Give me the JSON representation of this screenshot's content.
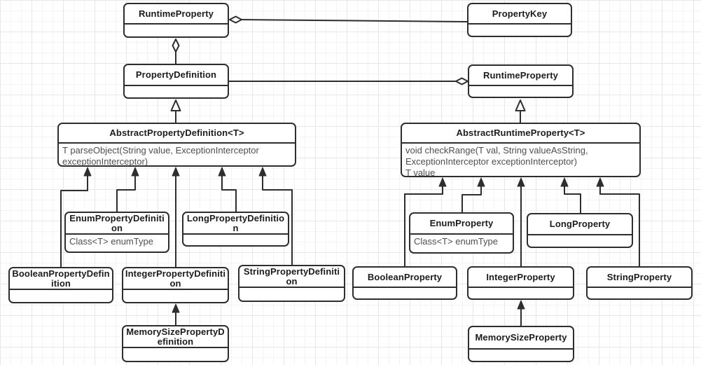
{
  "diagram_title": "UML class diagram: MySQL Connector/J property definitions and runtime properties",
  "canvas": {
    "background": "#ffffff",
    "grid_minor_color": "#f4f4f4",
    "grid_major_color": "#e7e7e7",
    "stroke_color": "#2e2e2e",
    "title_text_color": "#1c1c1c",
    "member_text_color": "#4f4f4f"
  },
  "classes": {
    "runtimePropertyTop": {
      "name": "RuntimeProperty",
      "members": []
    },
    "propertyKey": {
      "name": "PropertyKey",
      "members": []
    },
    "propertyDefinition": {
      "name": "PropertyDefinition",
      "members": []
    },
    "runtimePropertyRight": {
      "name": "RuntimeProperty",
      "members": []
    },
    "abstractPropertyDefinition": {
      "name": "AbstractPropertyDefinition<T>",
      "members": [
        "T parseObject(String value, ExceptionInterceptor exceptionInterceptor)"
      ]
    },
    "abstractRuntimeProperty": {
      "name": "AbstractRuntimeProperty<T>",
      "members": [
        "void checkRange(T val, String valueAsString, ExceptionInterceptor exceptionInterceptor)",
        "T value"
      ]
    },
    "enumPropertyDefinition": {
      "name": "EnumPropertyDefinition",
      "members": [
        "Class<T> enumType"
      ]
    },
    "longPropertyDefinition": {
      "name": "LongPropertyDefinition",
      "members": []
    },
    "booleanPropertyDefinition": {
      "name": "BooleanPropertyDefinition",
      "members": []
    },
    "integerPropertyDefinition": {
      "name": "IntegerPropertyDefinition",
      "members": []
    },
    "stringPropertyDefinition": {
      "name": "StringPropertyDefinition",
      "members": []
    },
    "memorySizePropertyDefinition": {
      "name": "MemorySizePropertyDefinition",
      "members": []
    },
    "enumProperty": {
      "name": "EnumProperty",
      "members": [
        "Class<T> enumType"
      ]
    },
    "longProperty": {
      "name": "LongProperty",
      "members": []
    },
    "booleanProperty": {
      "name": "BooleanProperty",
      "members": []
    },
    "integerProperty": {
      "name": "IntegerProperty",
      "members": []
    },
    "stringProperty": {
      "name": "StringProperty",
      "members": []
    },
    "memorySizeProperty": {
      "name": "MemorySizeProperty",
      "members": []
    }
  },
  "relationships": [
    {
      "type": "aggregation",
      "owner": "RuntimeProperty (top)",
      "part": "PropertyKey",
      "marker": "hollow-diamond"
    },
    {
      "type": "aggregation",
      "owner": "RuntimeProperty (top)",
      "part": "PropertyDefinition",
      "marker": "hollow-diamond"
    },
    {
      "type": "aggregation",
      "owner": "RuntimeProperty (right)",
      "part": "PropertyDefinition",
      "marker": "hollow-diamond"
    },
    {
      "type": "generalization",
      "parent": "PropertyDefinition",
      "child": "AbstractPropertyDefinition<T>",
      "marker": "hollow-triangle"
    },
    {
      "type": "generalization",
      "parent": "RuntimeProperty (right)",
      "child": "AbstractRuntimeProperty<T>",
      "marker": "hollow-triangle"
    },
    {
      "type": "inheritance",
      "parent": "AbstractPropertyDefinition<T>",
      "child": "BooleanPropertyDefinition",
      "marker": "solid-arrow"
    },
    {
      "type": "inheritance",
      "parent": "AbstractPropertyDefinition<T>",
      "child": "EnumPropertyDefinition",
      "marker": "solid-arrow"
    },
    {
      "type": "inheritance",
      "parent": "AbstractPropertyDefinition<T>",
      "child": "IntegerPropertyDefinition",
      "marker": "solid-arrow"
    },
    {
      "type": "inheritance",
      "parent": "AbstractPropertyDefinition<T>",
      "child": "LongPropertyDefinition",
      "marker": "solid-arrow"
    },
    {
      "type": "inheritance",
      "parent": "AbstractPropertyDefinition<T>",
      "child": "StringPropertyDefinition",
      "marker": "solid-arrow"
    },
    {
      "type": "inheritance",
      "parent": "IntegerPropertyDefinition",
      "child": "MemorySizePropertyDefinition",
      "marker": "solid-arrow"
    },
    {
      "type": "inheritance",
      "parent": "AbstractRuntimeProperty<T>",
      "child": "BooleanProperty",
      "marker": "solid-arrow"
    },
    {
      "type": "inheritance",
      "parent": "AbstractRuntimeProperty<T>",
      "child": "EnumProperty",
      "marker": "solid-arrow"
    },
    {
      "type": "inheritance",
      "parent": "AbstractRuntimeProperty<T>",
      "child": "IntegerProperty",
      "marker": "solid-arrow"
    },
    {
      "type": "inheritance",
      "parent": "AbstractRuntimeProperty<T>",
      "child": "LongProperty",
      "marker": "solid-arrow"
    },
    {
      "type": "inheritance",
      "parent": "AbstractRuntimeProperty<T>",
      "child": "StringProperty",
      "marker": "solid-arrow"
    },
    {
      "type": "inheritance",
      "parent": "IntegerProperty",
      "child": "MemorySizeProperty",
      "marker": "solid-arrow"
    }
  ]
}
